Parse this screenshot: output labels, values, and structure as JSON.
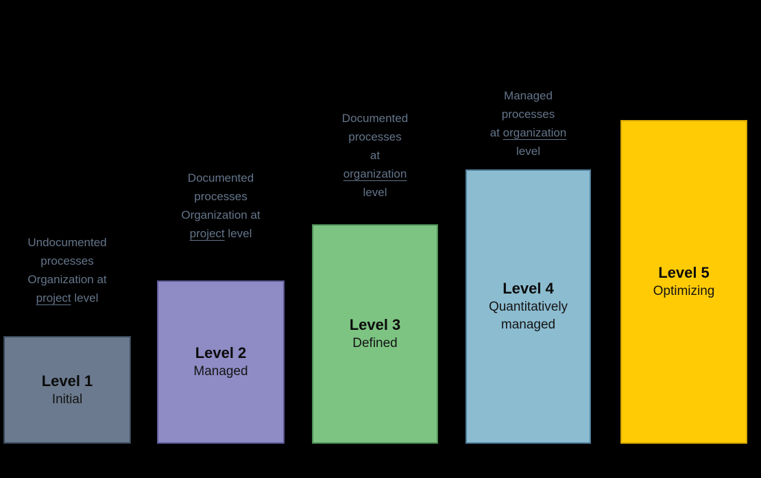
{
  "background_color": "#000000",
  "description_text_color": "#64758a",
  "model": {
    "levels": [
      {
        "title": "Level 1",
        "subtitle": "Initial",
        "fill": "#6b7a8e",
        "border": "#3b4859",
        "desc": [
          [
            {
              "text": "Undocumented",
              "underline": false
            }
          ],
          [
            {
              "text": "processes",
              "underline": false
            }
          ],
          [
            {
              "text": "Organization at",
              "underline": false
            }
          ],
          [
            {
              "text": "project",
              "underline": true
            },
            {
              "text": "level",
              "underline": false
            }
          ]
        ]
      },
      {
        "title": "Level 2",
        "subtitle": "Managed",
        "fill": "#8e8bc5",
        "border": "#5f5c99",
        "desc": [
          [
            {
              "text": "Documented",
              "underline": false
            }
          ],
          [
            {
              "text": "processes",
              "underline": false
            }
          ],
          [
            {
              "text": "Organization at",
              "underline": false
            }
          ],
          [
            {
              "text": "project",
              "underline": true
            },
            {
              "text": "level",
              "underline": false
            }
          ]
        ]
      },
      {
        "title": "Level 3",
        "subtitle": "Defined",
        "fill": "#7dc483",
        "border": "#4f8f58",
        "desc": [
          [
            {
              "text": "Documented",
              "underline": false
            }
          ],
          [
            {
              "text": "processes",
              "underline": false
            }
          ],
          [
            {
              "text": "at",
              "underline": false
            }
          ],
          [
            {
              "text": "organization",
              "underline": true
            }
          ],
          [
            {
              "text": "level",
              "underline": false
            }
          ]
        ]
      },
      {
        "title": "Level 4",
        "subtitle": "Quantitatively managed",
        "fill": "#8cbcd0",
        "border": "#4e7d9b",
        "desc": [
          [
            {
              "text": "Managed",
              "underline": false
            }
          ],
          [
            {
              "text": "processes",
              "underline": false
            }
          ],
          [
            {
              "text": "at",
              "underline": false
            },
            {
              "text": "organization",
              "underline": true
            }
          ],
          [
            {
              "text": "level",
              "underline": false
            }
          ]
        ]
      },
      {
        "title": "Level 5",
        "subtitle": "Optimizing",
        "fill": "#ffcb05",
        "border": "#d9a800",
        "desc": []
      }
    ]
  }
}
